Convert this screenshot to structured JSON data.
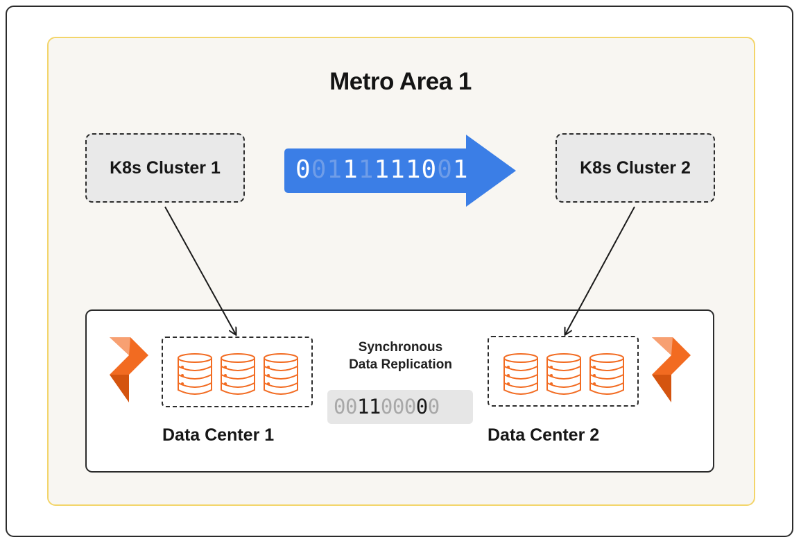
{
  "title": "Metro Area 1",
  "clusters": [
    {
      "label": "K8s Cluster 1"
    },
    {
      "label": "K8s Cluster 2"
    }
  ],
  "arrow": {
    "bits": [
      {
        "c": "0",
        "dim": false
      },
      {
        "c": "0",
        "dim": true
      },
      {
        "c": "1",
        "dim": true
      },
      {
        "c": "1",
        "dim": false
      },
      {
        "c": "1",
        "dim": true
      },
      {
        "c": "1",
        "dim": false
      },
      {
        "c": "1",
        "dim": false
      },
      {
        "c": "1",
        "dim": false
      },
      {
        "c": "0",
        "dim": false
      },
      {
        "c": "0",
        "dim": true
      },
      {
        "c": "1",
        "dim": false
      }
    ],
    "color": "#3b7ee6"
  },
  "data_centers": [
    {
      "label": "Data Center 1",
      "icons": [
        "database-icon",
        "database-icon",
        "database-icon"
      ]
    },
    {
      "label": "Data Center 2",
      "icons": [
        "database-icon",
        "database-icon",
        "database-icon"
      ]
    }
  ],
  "replication": {
    "label_line1": "Synchronous",
    "label_line2": "Data Replication",
    "bits": [
      {
        "c": "0",
        "dim": true
      },
      {
        "c": "0",
        "dim": true
      },
      {
        "c": "1",
        "dim": false
      },
      {
        "c": "1",
        "dim": false
      },
      {
        "c": "0",
        "dim": true
      },
      {
        "c": "0",
        "dim": true
      },
      {
        "c": "0",
        "dim": true
      },
      {
        "c": "0",
        "dim": false
      },
      {
        "c": "0",
        "dim": true
      }
    ]
  },
  "colors": {
    "accent_orange": "#f26b21",
    "metro_border": "#f3d56a",
    "metro_bg": "#f8f6f2"
  }
}
